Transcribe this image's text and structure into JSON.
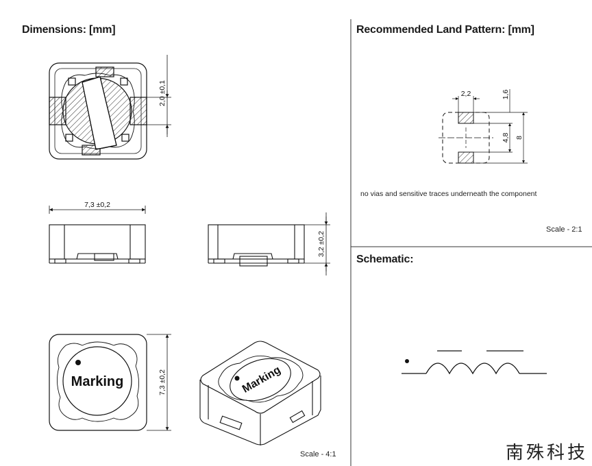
{
  "sections": {
    "dimensions_title": "Dimensions: [mm]",
    "land_title": "Recommended Land Pattern: [mm]",
    "schematic_title": "Schematic:"
  },
  "dimension_labels": {
    "top_pad": "2,0 ±0,1",
    "width": "7,3 ±0,2",
    "height_side": "3,2 ±0,2",
    "depth": "7,3 ±0,2"
  },
  "land_labels": {
    "pad_width": "2,2",
    "pad_height": "1,6",
    "gap": "4,8",
    "total": "8"
  },
  "notes": {
    "land_note": "no vias and sensitive traces underneath the component"
  },
  "scales": {
    "dimensions": "Scale - 4:1",
    "land": "Scale - 2:1"
  },
  "marking_text": "Marking",
  "brand": "南殊科技"
}
